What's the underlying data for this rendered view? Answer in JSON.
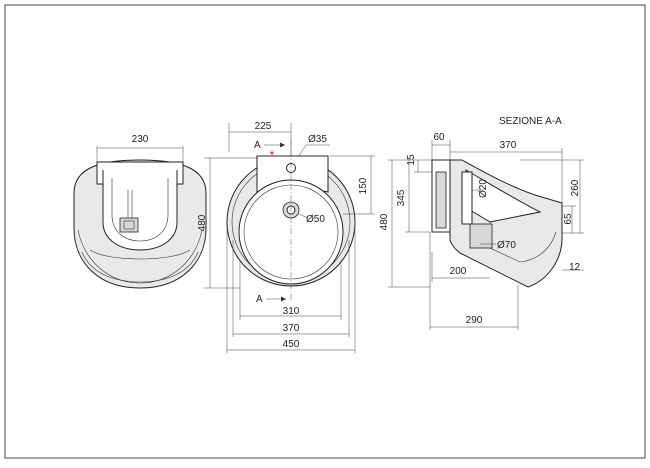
{
  "section_title": "SEZIONE A-A",
  "section_marker": "A",
  "dimensions": {
    "side_width": "230",
    "front_top": "225",
    "front_height": "480",
    "front_inner_height": "150",
    "front_base_inner": "310",
    "front_base_mid": "370",
    "front_base_outer": "450",
    "hole_top": "Ø35",
    "hole_drain": "Ø50",
    "sec_60": "60",
    "sec_370": "370",
    "sec_15": "15",
    "sec_345": "345",
    "sec_480": "480",
    "sec_o20": "Ø20",
    "sec_260": "260",
    "sec_65": "65",
    "sec_o70": "Ø70",
    "sec_200": "200",
    "sec_12": "12",
    "sec_290": "290"
  },
  "colors": {
    "marker": "#e8302a",
    "line": "#222222"
  },
  "icons": {
    "marker": "asterisk-marker-icon"
  }
}
